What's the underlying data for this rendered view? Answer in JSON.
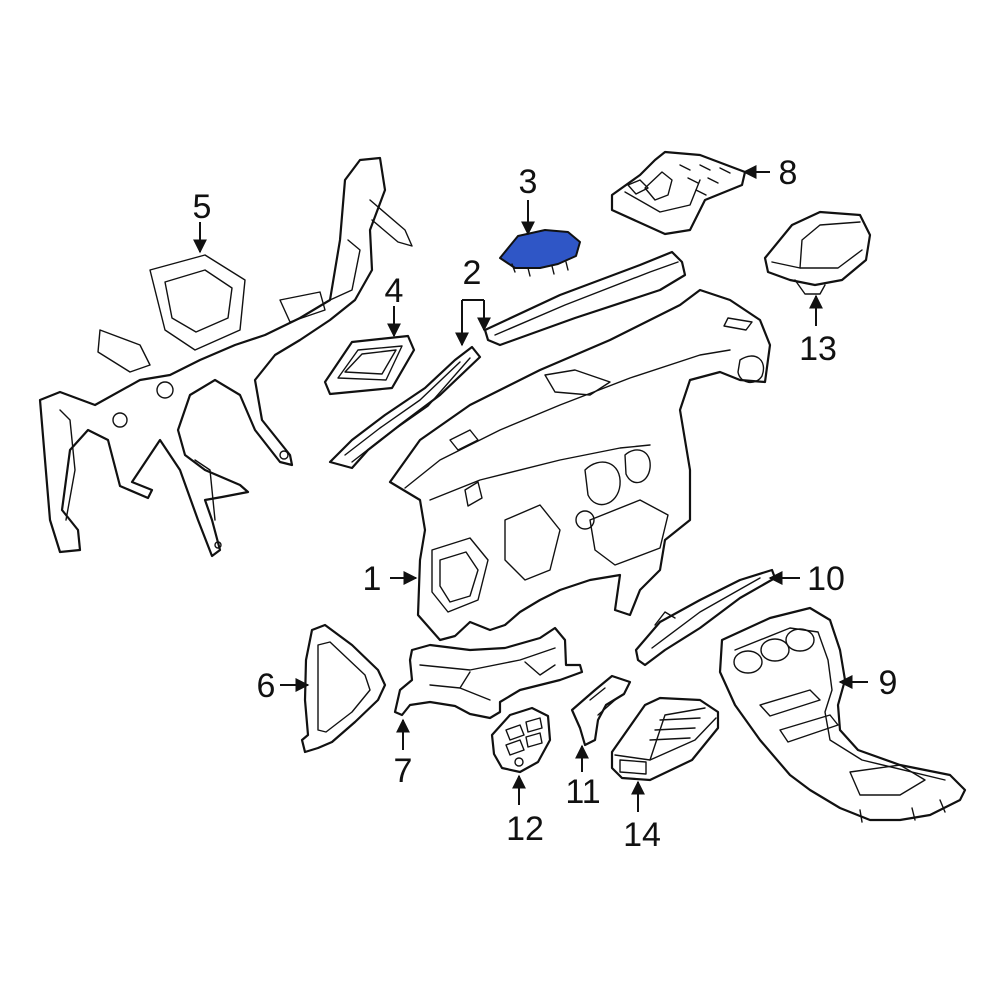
{
  "diagram": {
    "highlight_color": "#2F56C6",
    "line_color": "#111111",
    "background_color": "#FFFFFF",
    "highlighted_part": "3",
    "callouts": {
      "c1": "1",
      "c2": "2",
      "c3": "3",
      "c4": "4",
      "c5": "5",
      "c6": "6",
      "c7": "7",
      "c8": "8",
      "c9": "9",
      "c10": "10",
      "c11": "11",
      "c12": "12",
      "c13": "13",
      "c14": "14"
    }
  }
}
